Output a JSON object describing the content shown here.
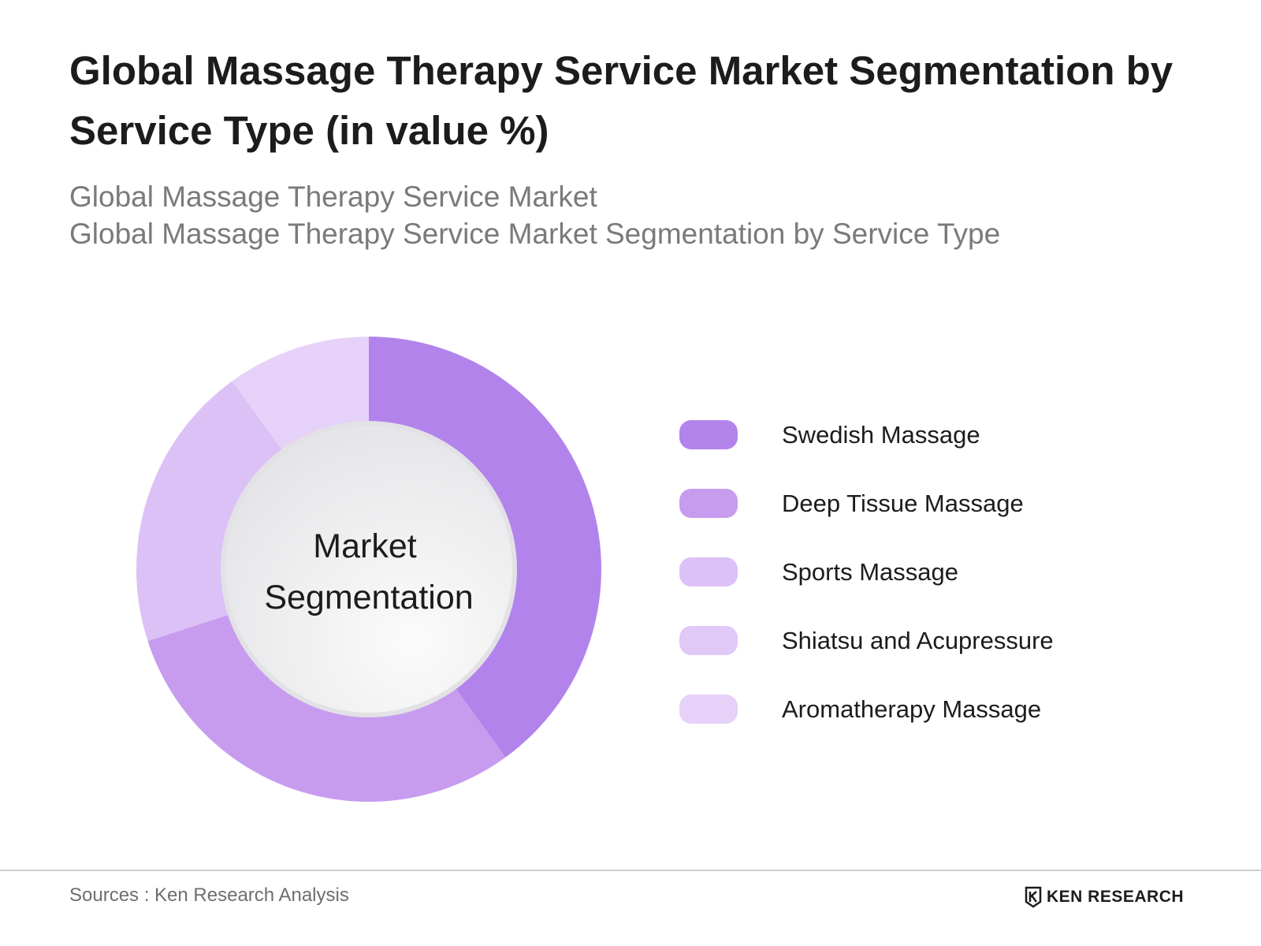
{
  "title": "Global Massage Therapy Service Market Segmentation by Service Type (in value %)",
  "subtitle_lines": [
    "Global Massage Therapy Service Market",
    "Global Massage Therapy Service Market Segmentation by Service Type"
  ],
  "chart_data": {
    "type": "pie",
    "donut": true,
    "center_label": [
      "Market",
      "Segmentation"
    ],
    "categories": [
      "Swedish Massage",
      "Deep Tissue Massage",
      "Sports Massage",
      "Shiatsu and Acupressure",
      "Aromatherapy Massage"
    ],
    "values": [
      40,
      30,
      20,
      0,
      10
    ],
    "colors": [
      "#b383ec",
      "#c79cef",
      "#dcc1f6",
      "#e0c8f7",
      "#e6d2f8"
    ],
    "legend_position": "right"
  },
  "footer": {
    "source": "Sources : Ken Research Analysis",
    "logo_text": "KEN RESEARCH",
    "logo_icon": "ken-research-logo-icon"
  }
}
